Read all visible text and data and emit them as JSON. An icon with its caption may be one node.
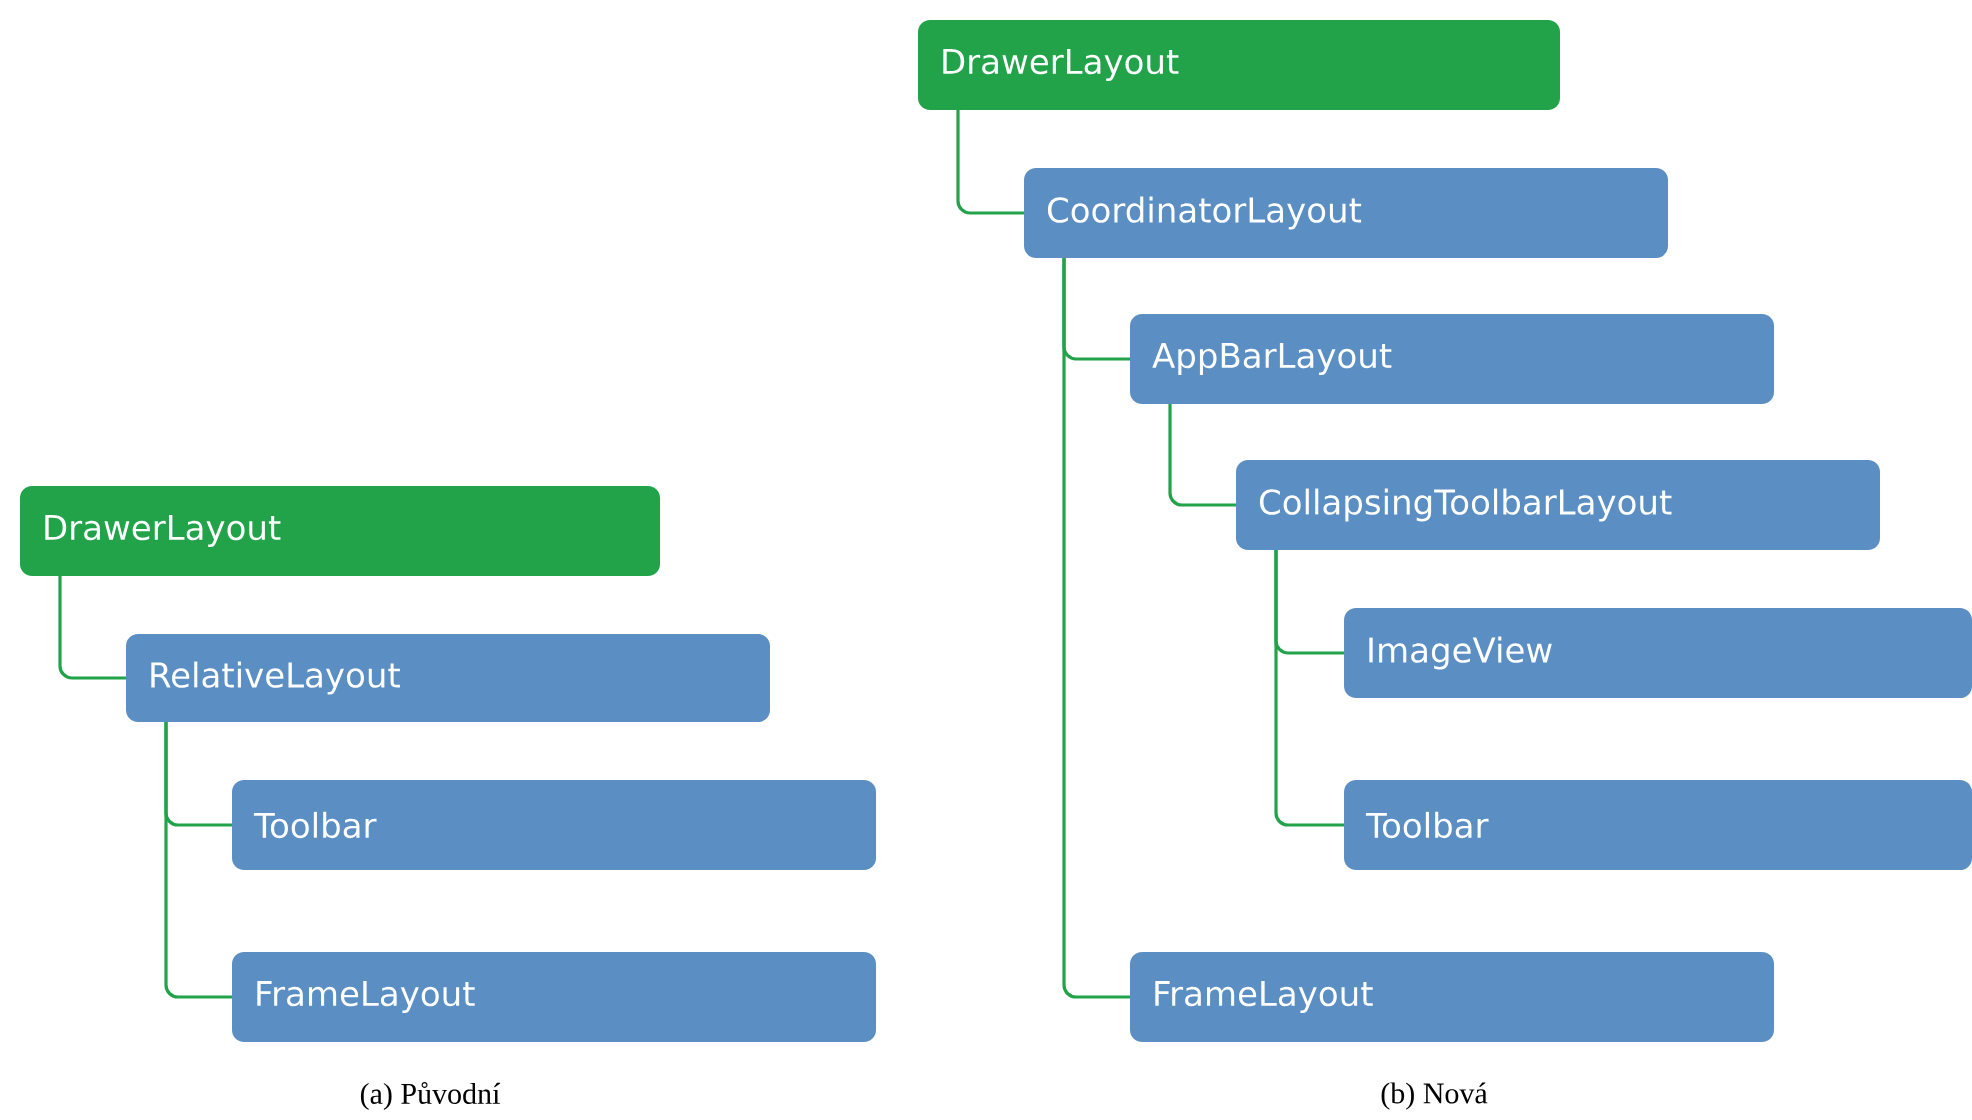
{
  "diagram": {
    "nodes": [
      {
        "text": [
          "DrawerLayout"
        ]
      },
      {
        "text": [
          "RelativeLayout"
        ]
      },
      {
        "text": [
          "Toolbar"
        ]
      },
      {
        "text": [
          "FrameLayout"
        ]
      },
      {
        "text": [
          "DrawerLayout"
        ]
      },
      {
        "text": [
          "CoordinatorLayout"
        ]
      },
      {
        "text": [
          "AppBarLayout"
        ]
      },
      {
        "text": [
          "CollapsingToolbarLayout"
        ]
      },
      {
        "text": [
          "ImageView"
        ]
      },
      {
        "text": [
          "Toolbar"
        ]
      },
      {
        "text": [
          "FrameLayout"
        ]
      }
    ],
    "edges": [
      {
        "from": 0,
        "to": 1,
        "arrow": "none"
      },
      {
        "from": 1,
        "to": 2,
        "arrow": "none"
      },
      {
        "from": 1,
        "to": 3,
        "arrow": "none"
      },
      {
        "from": 4,
        "to": 5,
        "arrow": "none"
      },
      {
        "from": 5,
        "to": 6,
        "arrow": "none"
      },
      {
        "from": 5,
        "to": 10,
        "arrow": "none"
      },
      {
        "from": 6,
        "to": 7,
        "arrow": "none"
      },
      {
        "from": 7,
        "to": 8,
        "arrow": "none"
      },
      {
        "from": 7,
        "to": 9,
        "arrow": "none"
      }
    ],
    "labels": [
      "(a) Původní",
      "(b) Nová"
    ]
  }
}
